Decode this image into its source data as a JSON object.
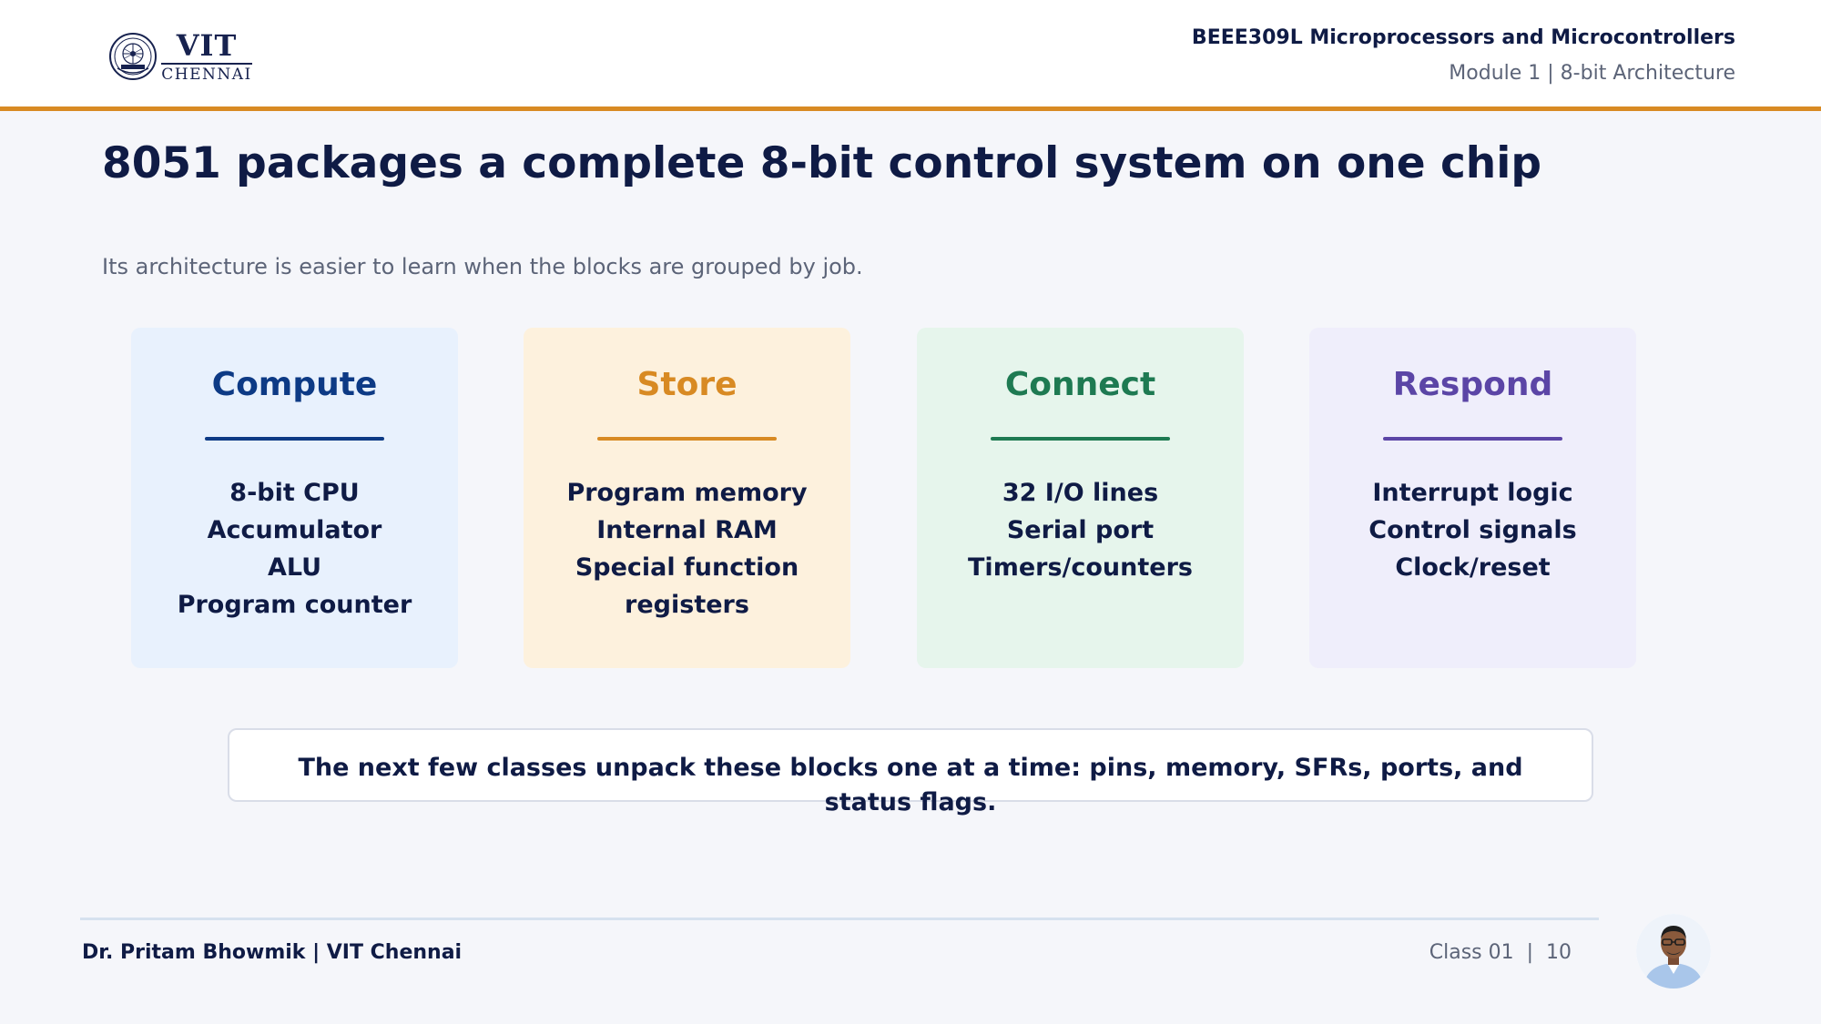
{
  "header": {
    "logo": {
      "name": "VIT",
      "subname": "CHENNAI",
      "seal_icon": "university-seal-icon"
    },
    "course_title": "BEEE309L Microprocessors and Microcontrollers",
    "module_title": "Module 1 | 8-bit Architecture"
  },
  "slide": {
    "title": "8051 packages a complete 8-bit control system on one chip",
    "subtitle": "Its architecture is easier to learn when the blocks are grouped by job."
  },
  "cards": [
    {
      "heading": "Compute",
      "color": "#0d3a85",
      "items": [
        "8-bit CPU",
        "Accumulator",
        "ALU",
        "Program counter"
      ]
    },
    {
      "heading": "Store",
      "color": "#d88a23",
      "items": [
        "Program memory",
        "Internal RAM",
        "Special function",
        "registers"
      ]
    },
    {
      "heading": "Connect",
      "color": "#1e7a52",
      "items": [
        "32 I/O lines",
        "Serial port",
        "Timers/counters"
      ]
    },
    {
      "heading": "Respond",
      "color": "#5b45a6",
      "items": [
        "Interrupt logic",
        "Control signals",
        "Clock/reset"
      ]
    }
  ],
  "callout": {
    "text": "The next few classes unpack these blocks one at a time: pins, memory, SFRs, ports, and status flags."
  },
  "footer": {
    "author": "Dr. Pritam Bhowmik | VIT Chennai",
    "class_info": "Class 01  |  10",
    "avatar_icon": "presenter-avatar-icon"
  },
  "colors": {
    "accent": "#d88a23",
    "navy": "#0f1b45"
  }
}
